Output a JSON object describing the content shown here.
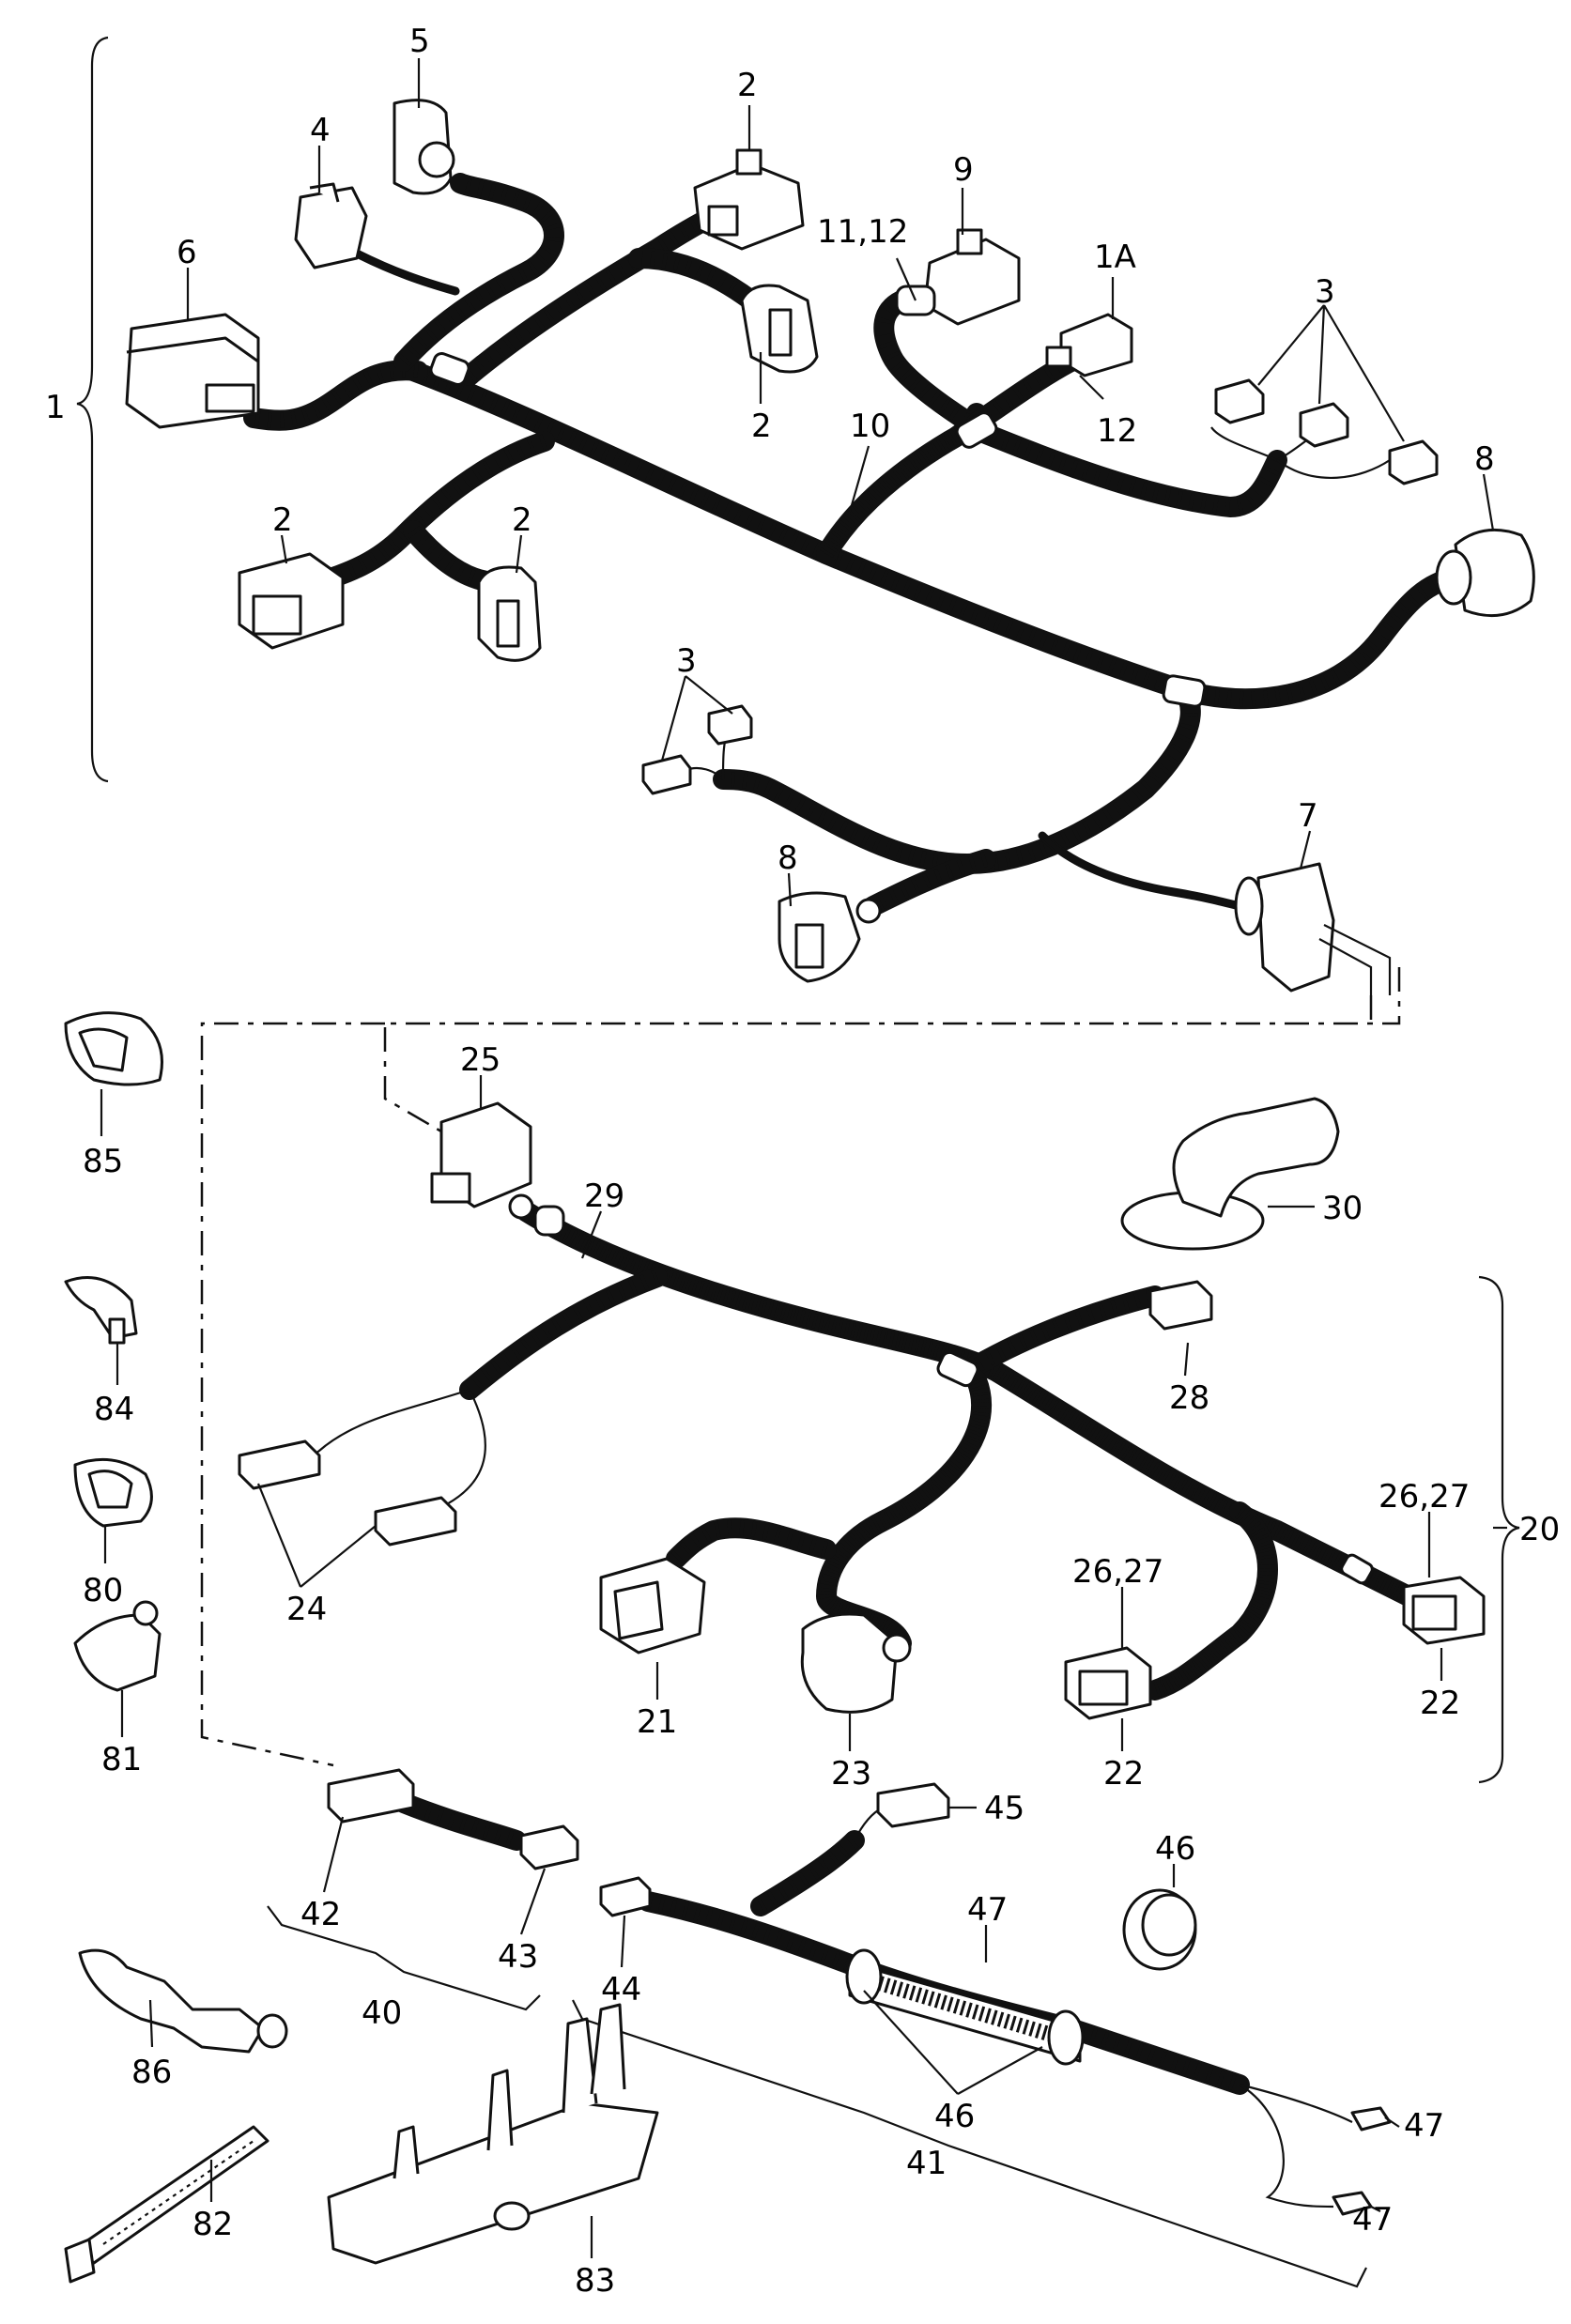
{
  "diagram": {
    "callouts": [
      {
        "id": "c1",
        "text": "1"
      },
      {
        "id": "c1a",
        "text": "1A"
      },
      {
        "id": "c2a",
        "text": "2"
      },
      {
        "id": "c2b",
        "text": "2"
      },
      {
        "id": "c2c",
        "text": "2"
      },
      {
        "id": "c2d",
        "text": "2"
      },
      {
        "id": "c3a",
        "text": "3"
      },
      {
        "id": "c3b",
        "text": "3"
      },
      {
        "id": "c4",
        "text": "4"
      },
      {
        "id": "c5",
        "text": "5"
      },
      {
        "id": "c6",
        "text": "6"
      },
      {
        "id": "c7",
        "text": "7"
      },
      {
        "id": "c8a",
        "text": "8"
      },
      {
        "id": "c8b",
        "text": "8"
      },
      {
        "id": "c9",
        "text": "9"
      },
      {
        "id": "c10",
        "text": "10"
      },
      {
        "id": "c1112",
        "text": "11,12"
      },
      {
        "id": "c12",
        "text": "12"
      },
      {
        "id": "c20",
        "text": "20"
      },
      {
        "id": "c21",
        "text": "21"
      },
      {
        "id": "c22a",
        "text": "22"
      },
      {
        "id": "c22b",
        "text": "22"
      },
      {
        "id": "c23",
        "text": "23"
      },
      {
        "id": "c24",
        "text": "24"
      },
      {
        "id": "c25",
        "text": "25"
      },
      {
        "id": "c2627a",
        "text": "26,27"
      },
      {
        "id": "c2627b",
        "text": "26,27"
      },
      {
        "id": "c28",
        "text": "28"
      },
      {
        "id": "c29",
        "text": "29"
      },
      {
        "id": "c30",
        "text": "30"
      },
      {
        "id": "c40",
        "text": "40"
      },
      {
        "id": "c41",
        "text": "41"
      },
      {
        "id": "c42",
        "text": "42"
      },
      {
        "id": "c43",
        "text": "43"
      },
      {
        "id": "c44",
        "text": "44"
      },
      {
        "id": "c45",
        "text": "45"
      },
      {
        "id": "c46a",
        "text": "46"
      },
      {
        "id": "c46b",
        "text": "46"
      },
      {
        "id": "c47a",
        "text": "47"
      },
      {
        "id": "c47b",
        "text": "47"
      },
      {
        "id": "c47c",
        "text": "47"
      },
      {
        "id": "c80",
        "text": "80"
      },
      {
        "id": "c81",
        "text": "81"
      },
      {
        "id": "c82",
        "text": "82"
      },
      {
        "id": "c83",
        "text": "83"
      },
      {
        "id": "c84",
        "text": "84"
      },
      {
        "id": "c85",
        "text": "85"
      },
      {
        "id": "c86",
        "text": "86"
      }
    ]
  }
}
